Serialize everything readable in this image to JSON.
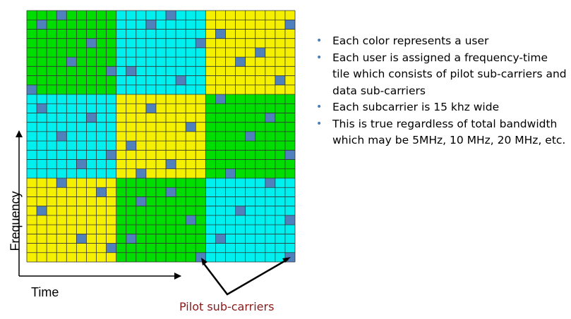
{
  "colors": {
    "green": "#00dd00",
    "cyan": "#00f0f0",
    "yellow": "#f4f000",
    "pilot": "#4f81bd",
    "grid_line": "#333333",
    "bullet": "#4a7ebb",
    "pilot_label": "#8b1a1a"
  },
  "grid": {
    "rows": 27,
    "cols": 27,
    "tile_rows": 3,
    "tile_cols": 3,
    "tile_colors": [
      [
        "green",
        "cyan",
        "yellow"
      ],
      [
        "cyan",
        "yellow",
        "green"
      ],
      [
        "yellow",
        "green",
        "cyan"
      ]
    ]
  },
  "pilots": [
    [
      0,
      3
    ],
    [
      1,
      1
    ],
    [
      5,
      4
    ],
    [
      6,
      8
    ],
    [
      3,
      6
    ],
    [
      8,
      0
    ],
    [
      0,
      14
    ],
    [
      1,
      12
    ],
    [
      3,
      17
    ],
    [
      6,
      10
    ],
    [
      7,
      15
    ],
    [
      2,
      19
    ],
    [
      1,
      26
    ],
    [
      4,
      23
    ],
    [
      5,
      21
    ],
    [
      7,
      25
    ],
    [
      10,
      1
    ],
    [
      11,
      6
    ],
    [
      13,
      3
    ],
    [
      15,
      8
    ],
    [
      16,
      5
    ],
    [
      10,
      12
    ],
    [
      12,
      16
    ],
    [
      14,
      10
    ],
    [
      16,
      14
    ],
    [
      17,
      11
    ],
    [
      9,
      19
    ],
    [
      11,
      24
    ],
    [
      13,
      22
    ],
    [
      15,
      26
    ],
    [
      17,
      20
    ],
    [
      18,
      3
    ],
    [
      19,
      7
    ],
    [
      21,
      1
    ],
    [
      24,
      5
    ],
    [
      25,
      8
    ],
    [
      19,
      14
    ],
    [
      20,
      11
    ],
    [
      22,
      16
    ],
    [
      24,
      10
    ],
    [
      26,
      17
    ],
    [
      18,
      24
    ],
    [
      21,
      21
    ],
    [
      22,
      26
    ],
    [
      24,
      19
    ],
    [
      26,
      26
    ]
  ],
  "labels": {
    "frequency": "Frequency",
    "time": "Time",
    "pilot": "Pilot sub-carriers"
  },
  "bullets": [
    "Each color represents  a user",
    "Each user is assigned a frequency-time tile which consists of pilot sub-carriers and data sub-carriers",
    "Each subcarrier is 15 khz wide",
    "This is true regardless of total bandwidth which may be 5MHz, 10 MHz, 20 MHz, etc."
  ]
}
